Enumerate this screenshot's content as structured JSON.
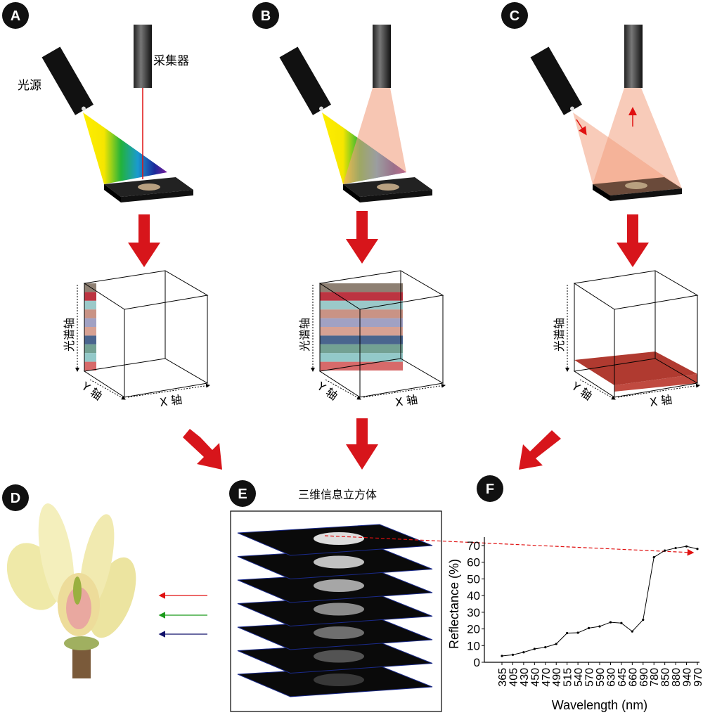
{
  "panels": {
    "a": {
      "letter": "A",
      "light_label": "光源",
      "collector_label": "采集器"
    },
    "b": {
      "letter": "B"
    },
    "c": {
      "letter": "C"
    },
    "d": {
      "letter": "D"
    },
    "e": {
      "letter": "E",
      "title": "三维信息立方体"
    },
    "f": {
      "letter": "F"
    }
  },
  "cube_labels": {
    "spectral_axis": "光谱轴",
    "y_axis": "Y 轴",
    "x_axis": "X 轴"
  },
  "colors": {
    "arrow_red": "#d7151b",
    "band_red": "#ff2020",
    "band_green": "#1a9a1a",
    "band_blue": "#10106a"
  },
  "chart_data": {
    "type": "line",
    "title": "",
    "xlabel": "Wavelength (nm)",
    "ylabel": "Reflectance (%)",
    "categories": [
      "365",
      "405",
      "430",
      "450",
      "470",
      "490",
      "515",
      "540",
      "570",
      "590",
      "630",
      "645",
      "660",
      "690",
      "780",
      "850",
      "880",
      "940",
      "970"
    ],
    "values": [
      3.8,
      4.5,
      6,
      8,
      9,
      11,
      17.5,
      17.7,
      20.5,
      21.5,
      24,
      23.5,
      18.5,
      25.5,
      63,
      67,
      68.5,
      69.5,
      68
    ],
    "ylim": [
      0,
      70
    ],
    "yticks": [
      0,
      10,
      20,
      30,
      40,
      50,
      60,
      70
    ],
    "grid": false
  }
}
